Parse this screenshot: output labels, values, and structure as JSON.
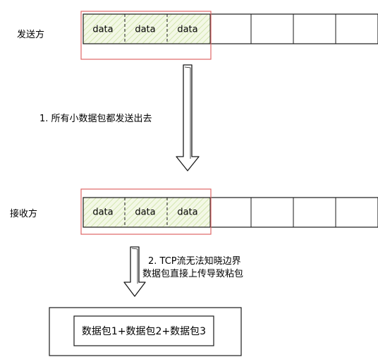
{
  "sender": {
    "label": "发送方",
    "cells": [
      "data",
      "data",
      "data",
      "",
      "",
      "",
      ""
    ]
  },
  "receiver": {
    "label": "接收方",
    "cells": [
      "data",
      "data",
      "data",
      "",
      "",
      "",
      ""
    ]
  },
  "step1": {
    "text": "1. 所有小数据包都发送出去"
  },
  "step2": {
    "line1": "2. TCP流无法知晓边界",
    "line2": "数据包直接上传导致粘包"
  },
  "result": {
    "text": "数据包1+数据包2+数据包3"
  },
  "colors": {
    "highlight_border": "#e06666",
    "data_fill": "#eef6dc",
    "stroke": "#1a1a1a"
  }
}
